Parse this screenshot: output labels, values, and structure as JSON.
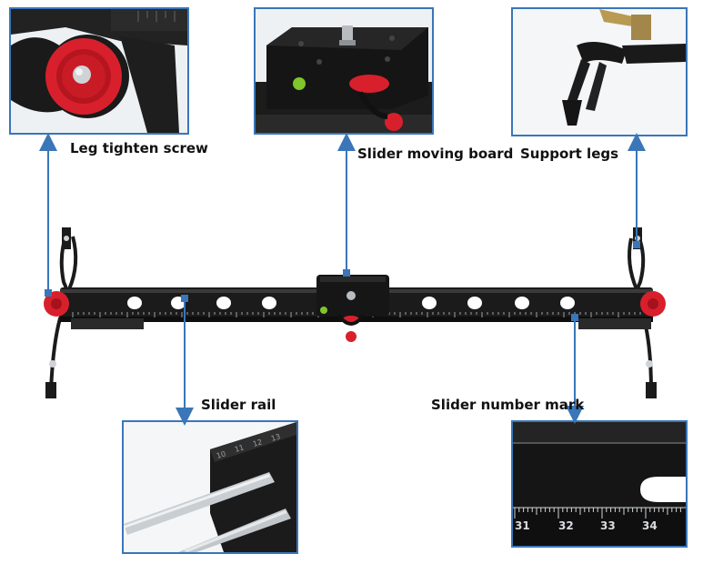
{
  "labels": {
    "leg_screw": "Leg tighten screw",
    "moving_board": "Slider moving board",
    "support_legs": "Support legs",
    "rail": "Slider rail",
    "number_mark": "Slider number mark"
  },
  "scale_marks": {
    "main": [
      "31",
      "32",
      "33",
      "34"
    ],
    "rail_detail": [
      "10",
      "11",
      "12",
      "13"
    ]
  },
  "colors": {
    "callout": "#3a76b8",
    "metal": "#1b1b1b",
    "knob": "#d8202c",
    "level": "#7ec62a",
    "brass": "#b99a52",
    "rod": "#c9ced3"
  }
}
